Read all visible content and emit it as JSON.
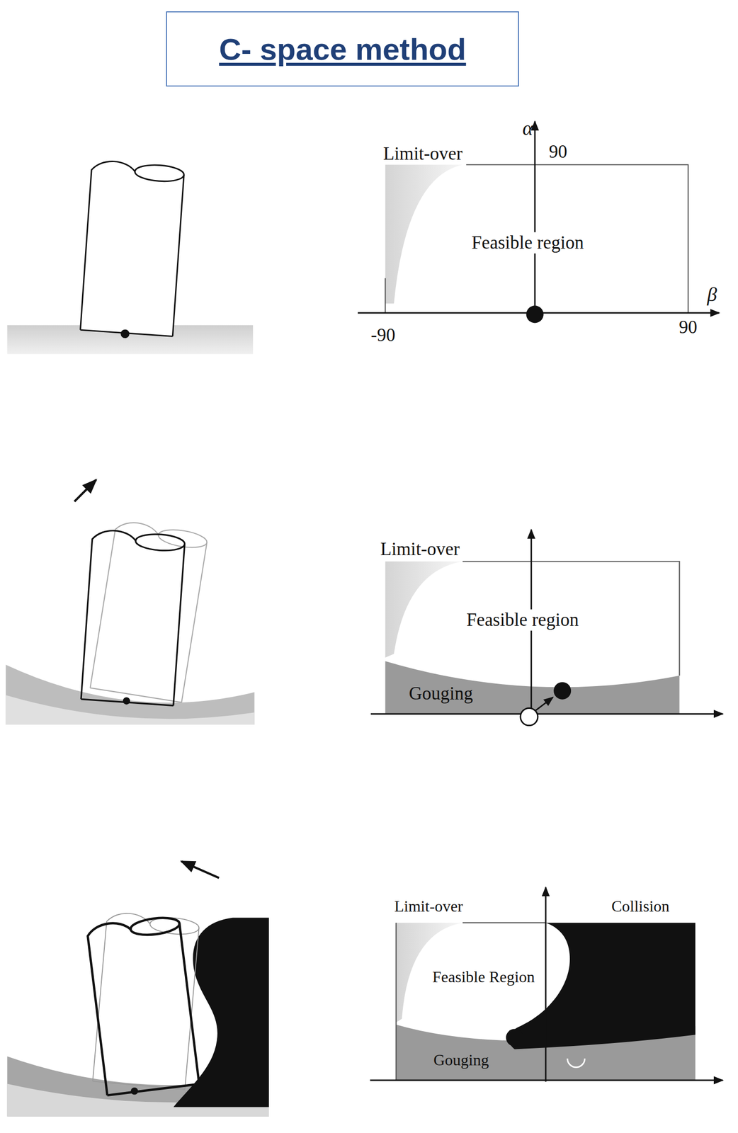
{
  "diagram": {
    "title": "C- space method",
    "labels": [
      "α",
      "Limit-over",
      "90",
      "Feasible region",
      "β",
      "-90",
      "90",
      "Limit-over",
      "Feasible region",
      "Gouging",
      "Limit-over",
      "Collision",
      "Feasible Region",
      "Gouging"
    ]
  }
}
